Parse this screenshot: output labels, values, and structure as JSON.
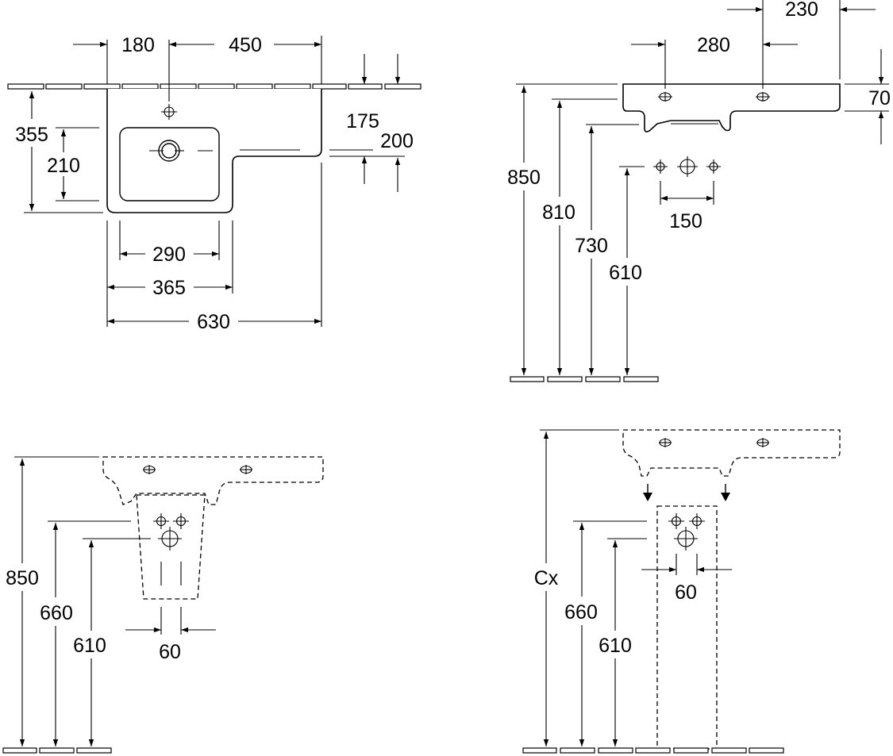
{
  "views": {
    "top_view": {
      "dim_180": "180",
      "dim_450": "450",
      "dim_355": "355",
      "dim_210": "210",
      "dim_175": "175",
      "dim_200": "200",
      "dim_290": "290",
      "dim_365": "365",
      "dim_630": "630"
    },
    "side_view": {
      "dim_230": "230",
      "dim_280": "280",
      "dim_70": "70",
      "dim_850": "850",
      "dim_810": "810",
      "dim_730": "730",
      "dim_610": "610",
      "dim_150": "150"
    },
    "pedestal_view": {
      "dim_850": "850",
      "dim_660": "660",
      "dim_610": "610",
      "dim_60": "60"
    },
    "column_view": {
      "dim_cx": "Cx",
      "dim_660": "660",
      "dim_610": "610",
      "dim_60": "60"
    }
  }
}
